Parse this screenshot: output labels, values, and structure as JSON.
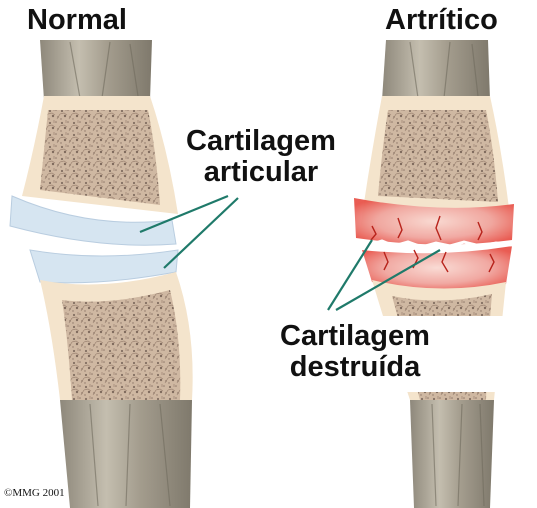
{
  "titles": {
    "normal": "Normal",
    "arthritic": "Artrítico"
  },
  "labels": {
    "articular_cartilage": [
      "Cartilagem",
      "articular"
    ],
    "destroyed_cartilage": [
      "Cartilagem",
      "destruída"
    ]
  },
  "copyright": "©MMG 2001",
  "colors": {
    "bone_shaft": "#b5ae9e",
    "cancellous_bone": "#8a7466",
    "bone_end": "#f5e6d0",
    "healthy_cartilage": "#d7e6f2",
    "inflamed_cartilage": "#f2b0ab",
    "inflamed_red": "#e0443a",
    "pointer_line": "#1f7a6a"
  }
}
